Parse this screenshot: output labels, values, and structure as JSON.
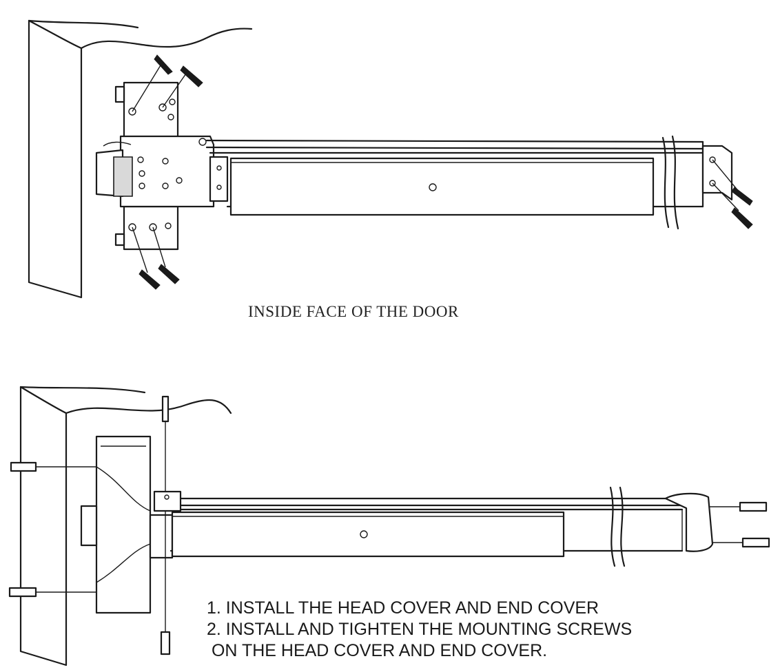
{
  "top_figure": {
    "caption": "INSIDE FACE OF THE DOOR"
  },
  "bottom_figure": {
    "steps": [
      "1. INSTALL THE HEAD COVER AND END COVER",
      "2. INSTALL AND TIGHTEN THE MOUNTING SCREWS",
      " ON THE HEAD COVER AND END COVER."
    ]
  }
}
